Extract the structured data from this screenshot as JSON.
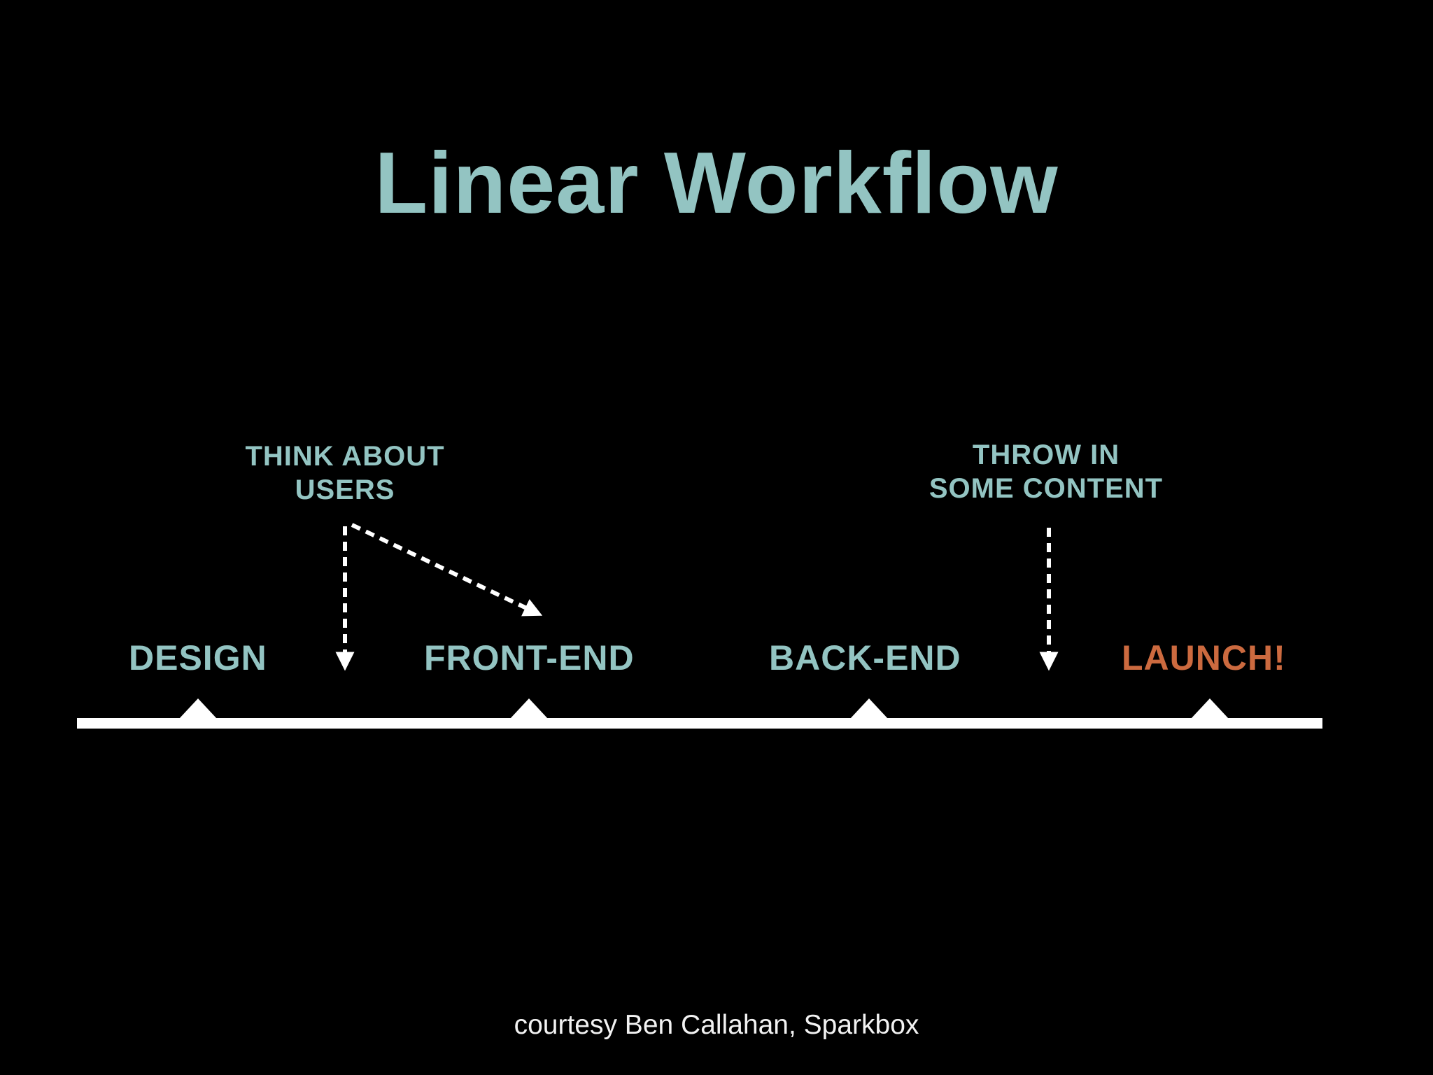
{
  "title": "Linear Workflow",
  "stages": [
    {
      "label": "DESIGN",
      "color": "#93c4c2"
    },
    {
      "label": "FRONT-END",
      "color": "#93c4c2"
    },
    {
      "label": "BACK-END",
      "color": "#93c4c2"
    },
    {
      "label": "LAUNCH!",
      "color": "#cc6a3f"
    }
  ],
  "notes": {
    "users": [
      "THINK ABOUT",
      "USERS"
    ],
    "content": [
      "THROW IN",
      "SOME CONTENT"
    ]
  },
  "credit": "courtesy Ben Callahan, Sparkbox",
  "colors": {
    "background": "#000000",
    "accent": "#93c4c2",
    "launch": "#cc6a3f",
    "timeline": "#ffffff"
  }
}
